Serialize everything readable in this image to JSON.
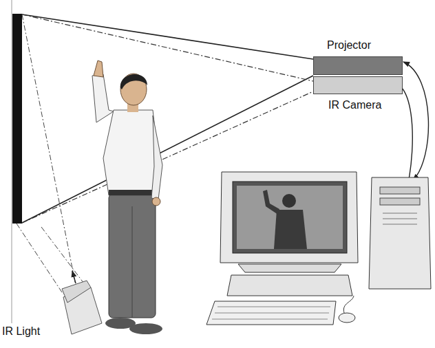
{
  "diagram": {
    "nodes": [
      {
        "text": [
          "Projector"
        ]
      },
      {
        "text": [
          "IR Camera"
        ]
      },
      {
        "text": [
          "IR Light"
        ]
      }
    ]
  }
}
